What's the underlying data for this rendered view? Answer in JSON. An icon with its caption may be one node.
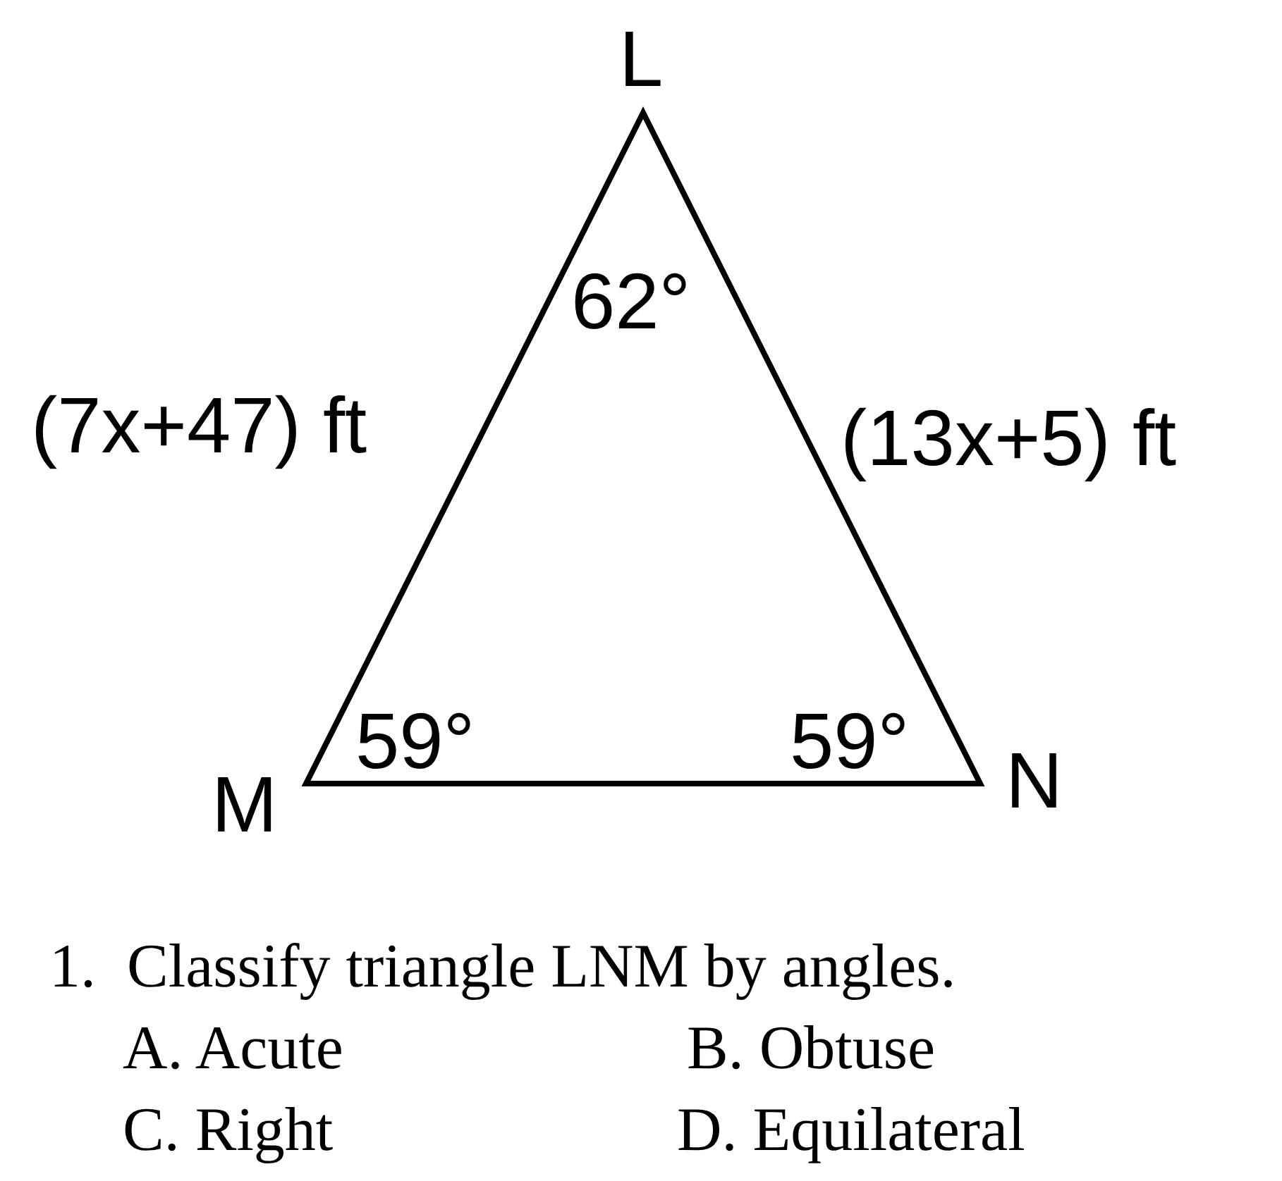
{
  "diagram": {
    "nodes": [
      {
        "text": [
          "62°",
          "59°",
          "59°"
        ]
      }
    ],
    "labels": [
      "L",
      "(7x+47) ft",
      "(13x+5) ft",
      "M",
      "N",
      "1.  Classify triangle LNM by angles.",
      "A. Acute",
      "B. Obtuse",
      "C. Right",
      "D. Equilateral"
    ]
  }
}
